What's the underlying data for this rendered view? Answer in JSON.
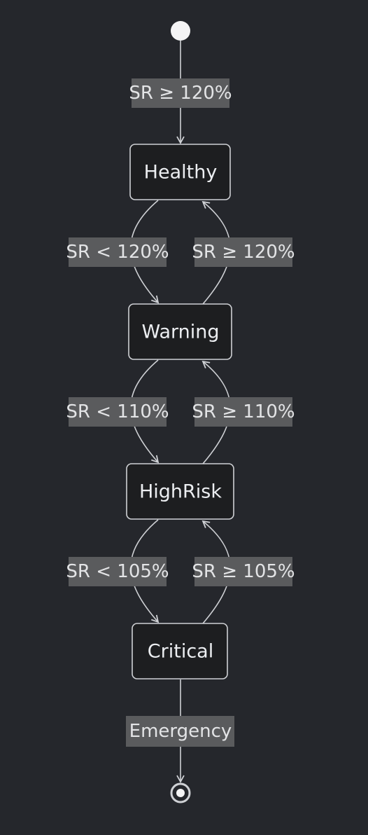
{
  "diagram": {
    "type": "state-diagram",
    "colors": {
      "background": "#25272c",
      "node_fill": "#1d1e20",
      "stroke": "#cfd1d5",
      "label_background": "#5a5b5d",
      "text": "#eceef1"
    },
    "start_icon": "filled-circle-start-icon",
    "end_icon": "bullseye-end-icon",
    "states": {
      "healthy": "Healthy",
      "warning": "Warning",
      "highrisk": "HighRisk",
      "critical": "Critical"
    },
    "transitions": {
      "start_to_healthy": "SR ≥ 120%",
      "healthy_to_warning": "SR < 120%",
      "warning_to_healthy": "SR ≥ 120%",
      "warning_to_highrisk": "SR < 110%",
      "highrisk_to_warning": "SR ≥ 110%",
      "highrisk_to_critical": "SR < 105%",
      "critical_to_highrisk": "SR ≥ 105%",
      "critical_to_end": "Emergency"
    }
  }
}
